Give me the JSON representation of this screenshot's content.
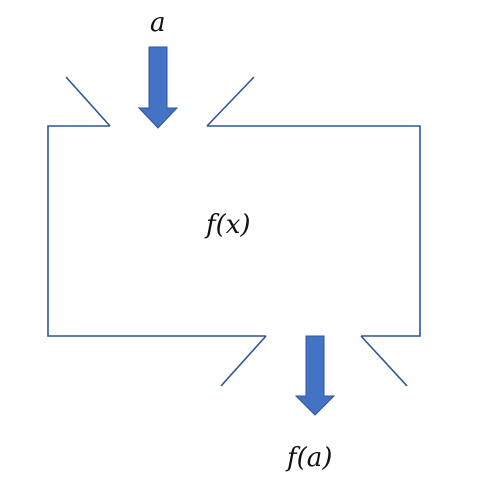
{
  "labels": {
    "input": "a",
    "function": "f(x)",
    "output": "f(a)"
  },
  "colors": {
    "outline": "#2f5597",
    "arrow": "#4472c4",
    "text": "#111111"
  }
}
